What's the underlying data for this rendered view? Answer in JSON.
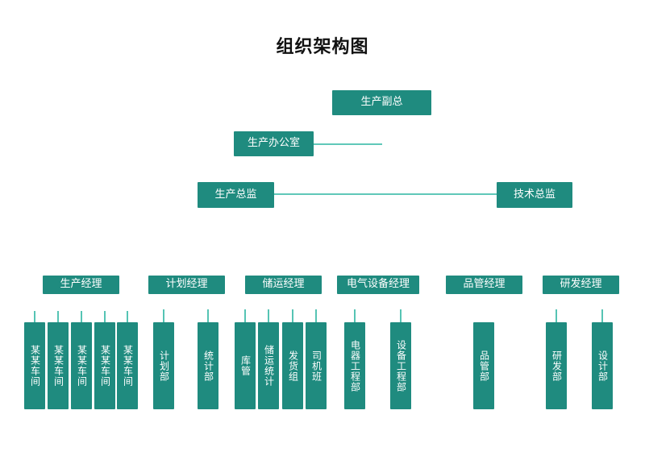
{
  "title": "组织架构图",
  "nodes": {
    "vp": "生产副总",
    "office": "生产办公室",
    "prod_director": "生产总监",
    "tech_director": "技术总监",
    "prod_manager": "生产经理",
    "plan_manager": "计划经理",
    "storage_manager": "储运经理",
    "electric_manager": "电气设备经理",
    "quality_manager": "品管经理",
    "rd_manager": "研发经理",
    "workshop_1": "某某车间",
    "workshop_2": "某某车间",
    "workshop_3": "某某车间",
    "workshop_4": "某某车间",
    "workshop_5": "某某车间",
    "plan_dept": "计划部",
    "stats_dept": "统计部",
    "warehouse": "库管",
    "storage_stats": "储运统计",
    "shipping_team": "发货组",
    "driver_team": "司机班",
    "electric_eng": "电器工程部",
    "equipment_eng": "设备工程部",
    "quality_dept": "品管部",
    "rd_dept": "研发部",
    "design_dept": "设计部"
  },
  "colors": {
    "node_fill": "#1f8b7f",
    "node_text": "#ffffff",
    "line_blue": "#2a5a9a",
    "line_teal": "#2bb5a2"
  }
}
